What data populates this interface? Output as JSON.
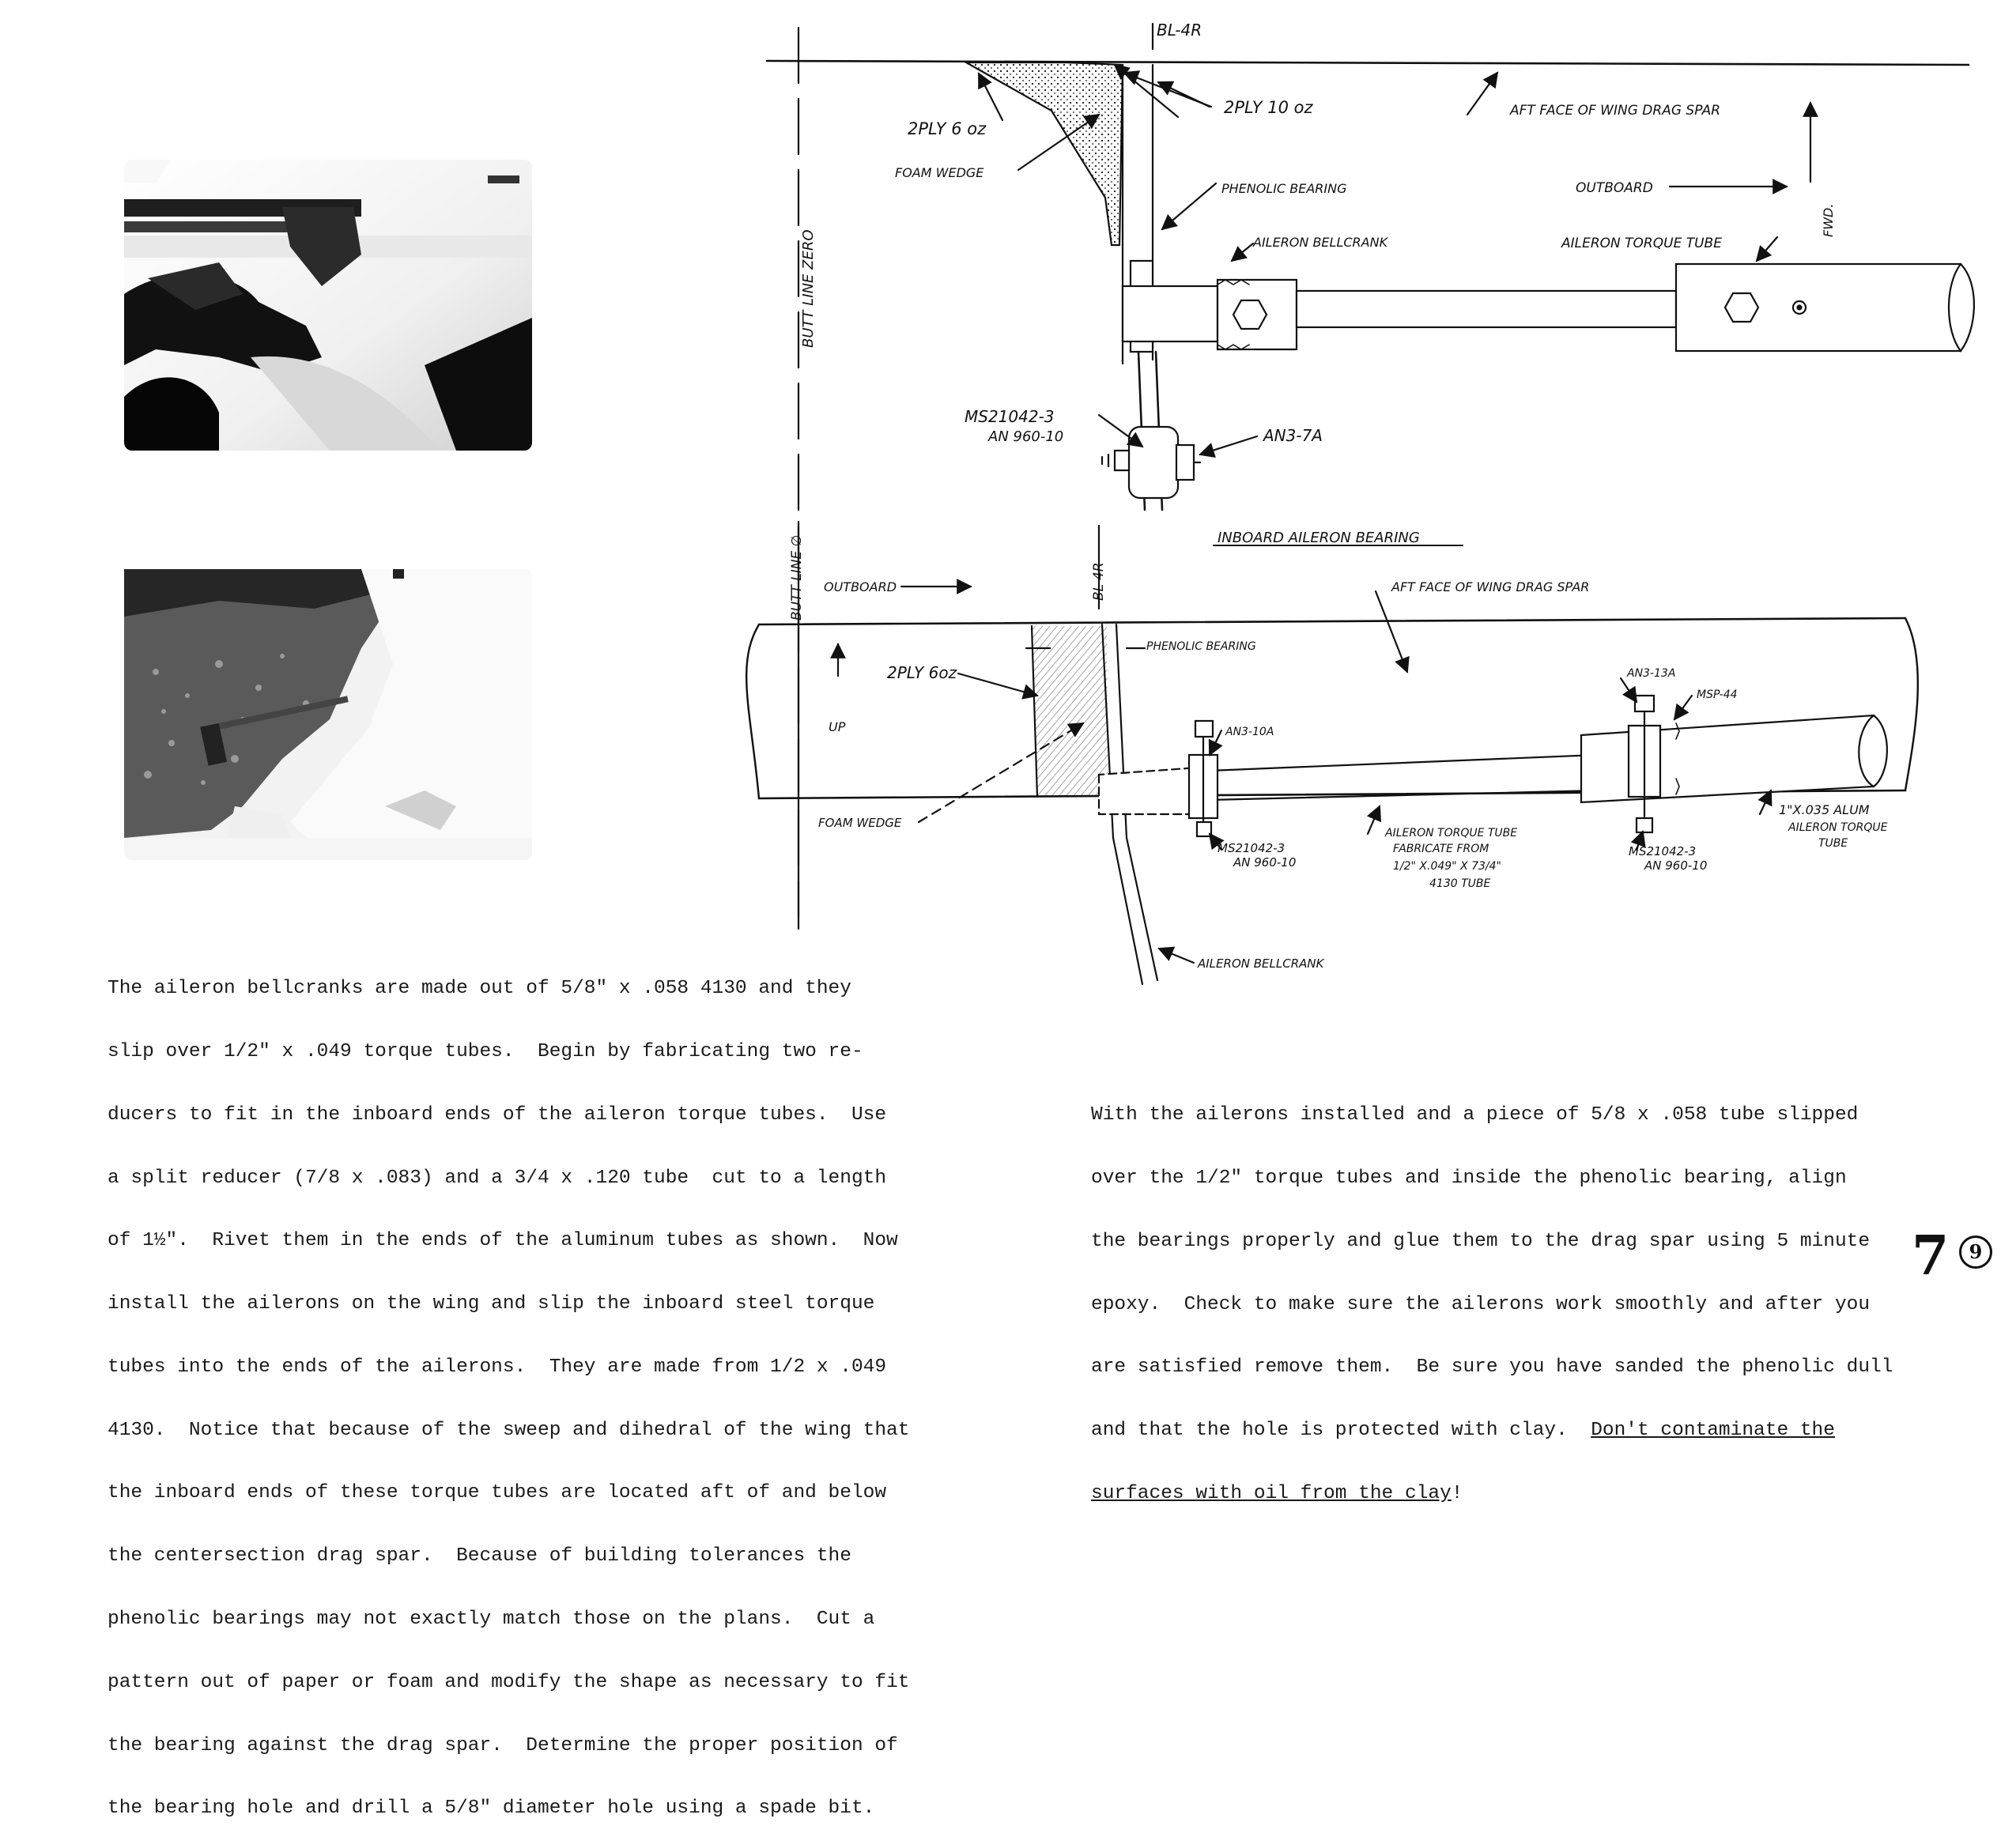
{
  "page": {
    "number": "7",
    "circled_number": "9"
  },
  "photos": [
    {
      "name": "bellcrank-assembly-photo-1"
    },
    {
      "name": "bellcrank-installed-photo-2"
    }
  ],
  "left_text": {
    "lines": [
      "The aileron bellcranks are made out of 5/8\" x .058 4130 and they",
      "slip over 1/2\" x .049 torque tubes.  Begin by fabricating two re-",
      "ducers to fit in the inboard ends of the aileron torque tubes.  Use",
      "a split reducer (7/8 x .083) and a 3/4 x .120 tube  cut to a length",
      "of 1½\".  Rivet them in the ends of the aluminum tubes as shown.  Now",
      "install the ailerons on the wing and slip the inboard steel torque",
      "tubes into the ends of the ailerons.  They are made from 1/2 x .049",
      "4130.  Notice that because of the sweep and dihedral of the wing that",
      "the inboard ends of these torque tubes are located aft of and below",
      "the centersection drag spar.  Because of building tolerances the",
      "phenolic bearings may not exactly match those on the plans.  Cut a",
      "pattern out of paper or foam and modify the shape as necessary to fit",
      "the bearing against the drag spar.  Determine the proper position of",
      "the bearing hole and drill a 5/8\" diameter hole using a spade bit."
    ]
  },
  "right_text": {
    "lines": [
      "With the ailerons installed and a piece of 5/8 x .058 tube slipped",
      "over the 1/2\" torque tubes and inside the phenolic bearing, align",
      "the bearings properly and glue them to the drag spar using 5 minute",
      "epoxy.  Check to make sure the ailerons work smoothly and after you",
      "are satisfied remove them.  Be sure you have sanded the phenolic dull"
    ],
    "line6_plain": "and that the hole is protected with clay.  ",
    "line6_underlined": "Don't contaminate the",
    "line7_underlined": "surfaces with oil from the clay",
    "line7_tail": "!"
  },
  "top_view": {
    "bl": "BL-4R",
    "ply_left": "2PLY 6 oz",
    "ply_right": "2PLY 10 oz",
    "aft_face": "AFT FACE OF WING DRAG SPAR",
    "foam_wedge": "FOAM WEDGE",
    "phenolic": "PHENOLIC BEARING",
    "butt_line": "BUTT LINE ZERO",
    "outboard": "OUTBOARD",
    "bellcrank": "AILERON BELLCRANK",
    "torque_tube": "AILERON TORQUE TUBE",
    "fwd": "FWD.",
    "ms_part": "MS21042-3",
    "an_part": "AN 960-10",
    "bolt": "AN3-7A",
    "caption": "INBOARD AILERON BEARING"
  },
  "side_view": {
    "butt_line": "BUTT LINE ∅",
    "bl": "BL-4R",
    "outboard": "OUTBOARD",
    "aft_face": "AFT FACE OF WING DRAG SPAR",
    "ply": "2PLY 6oz",
    "up": "UP",
    "phenolic": "PHENOLIC BEARING",
    "bolt_inner": "AN3-10A",
    "bolt_outer": "AN3-13A",
    "msp": "MSP-44",
    "ms_inner": "MS21042-3",
    "an_inner": "AN 960-10",
    "ms_outer": "MS21042-3",
    "an_outer": "AN 960-10",
    "torque_tube_lines": [
      "AILERON TORQUE TUBE",
      "FABRICATE FROM",
      "1/2\" X.049\" X 73/4\"",
      "4130 TUBE"
    ],
    "alum_tube_lines": [
      "1\"X.035 ALUM",
      "AILERON TORQUE",
      "TUBE"
    ],
    "foam_wedge": "FOAM WEDGE",
    "bellcrank": "AILERON BELLCRANK"
  },
  "colors": {
    "ink": "#111111",
    "paper": "#ffffff"
  }
}
